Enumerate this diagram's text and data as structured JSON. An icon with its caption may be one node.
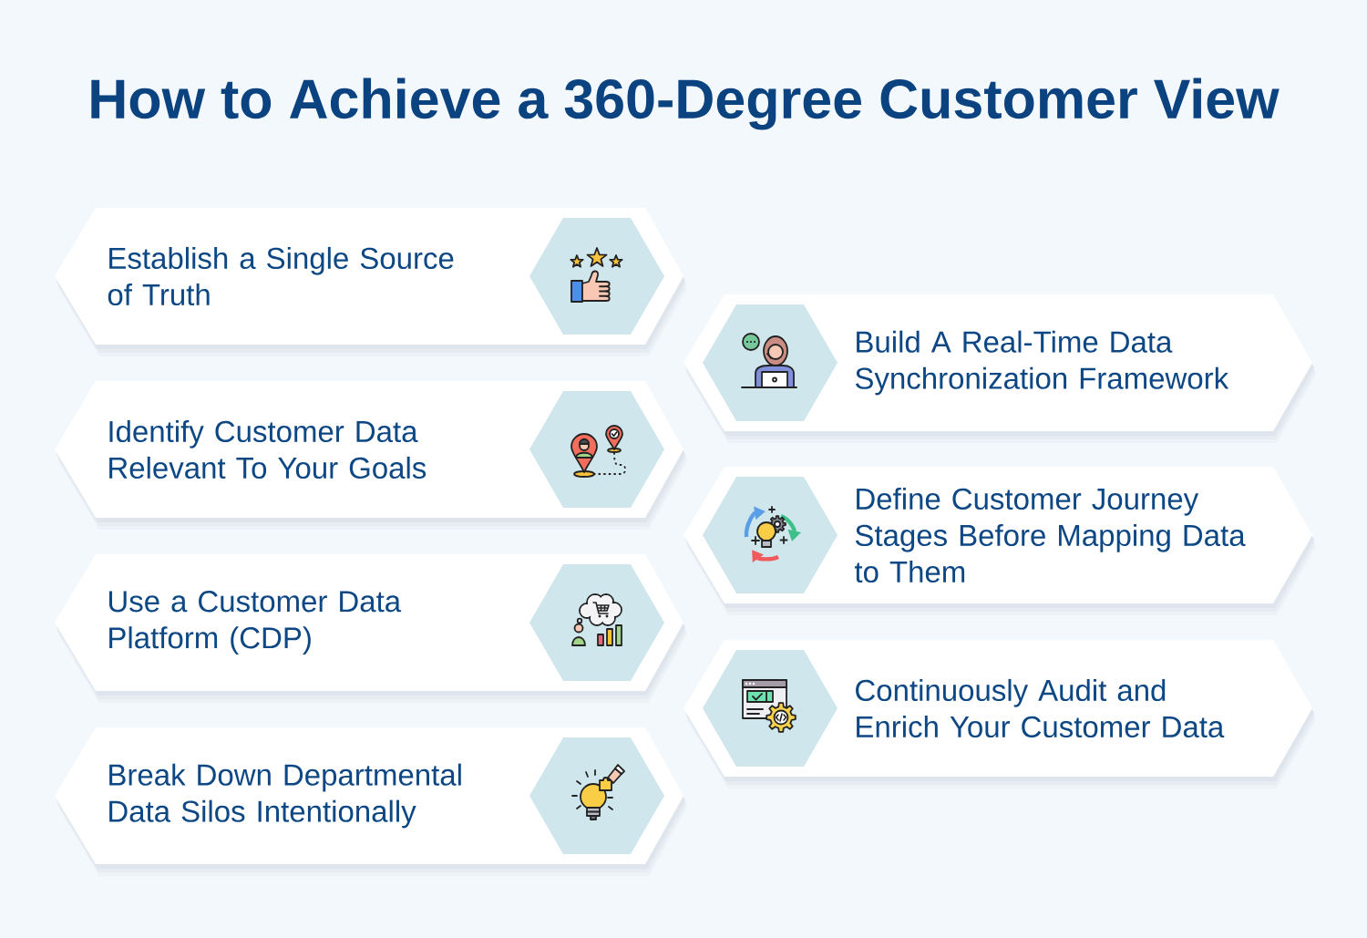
{
  "diagram": {
    "title": "How to Achieve a 360-Degree Customer View",
    "nodes": [
      {
        "text": [
          "Establish a Single Source of Truth"
        ]
      },
      {
        "text": [
          "Build A Real-Time Data Synchronization Framework"
        ]
      },
      {
        "text": [
          "Identify Customer Data Relevant To Your Goals"
        ]
      },
      {
        "text": [
          "Define Customer Journey Stages Before Mapping Data to Them"
        ]
      },
      {
        "text": [
          "Use a Customer Data Platform (CDP)"
        ]
      },
      {
        "text": [
          "Continuously Audit and Enrich Your Customer Data"
        ]
      },
      {
        "text": [
          "Break Down Departmental Data Silos Intentionally"
        ]
      }
    ]
  }
}
